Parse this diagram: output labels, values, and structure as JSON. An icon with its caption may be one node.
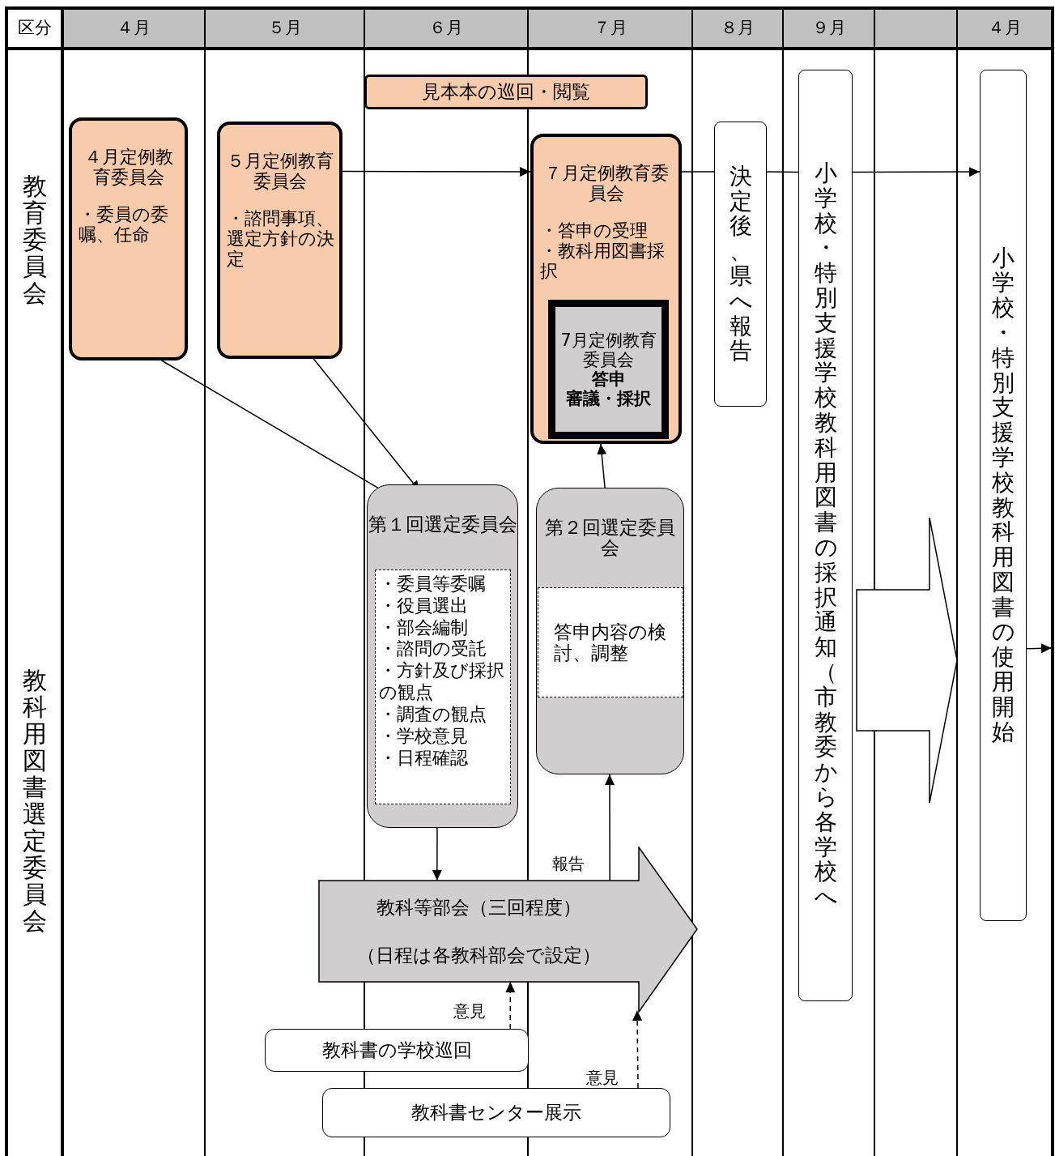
{
  "diagram": {
    "nodes": [
      {
        "text": [
          "見本本の巡回・閲覧"
        ]
      },
      {
        "text": [
          "４月定例教育委員会",
          "・委員の委嘱、任命"
        ]
      },
      {
        "text": [
          "５月定例教育委員会",
          "・諮問事項、選定方針の決定"
        ]
      },
      {
        "text": [
          "７月定例教育委員会",
          "・答申の受理",
          "・教科用図書採択"
        ]
      },
      {
        "text": [
          "7月定例教育委員会",
          "答申",
          "審議・採択"
        ],
        "in": 3
      },
      {
        "text": [
          "決定後、県へ報告"
        ]
      },
      {
        "text": [
          "小学校・特別支援学校教科用図書の採択通知（市教委から各学校へ"
        ]
      },
      {
        "text": [
          "小学校・特別支援学校教科用図書の使用開始"
        ]
      },
      {
        "text": [
          "第１回選定委員会"
        ]
      },
      {
        "text": [
          "・委員等委嘱",
          "・役員選出",
          "・部会編制",
          "・諮問の受託",
          "・方針及び採択の観点",
          "・調査の観点",
          "・学校意見",
          "・日程確認"
        ],
        "in": 8
      },
      {
        "text": [
          "第２回選定委員会"
        ]
      },
      {
        "text": [
          "答申内容の検討、調整"
        ],
        "in": 10
      },
      {
        "text": [
          "教科等部会（三回程度）",
          "（日程は各教科部会で設定）"
        ]
      },
      {
        "text": [
          "教科書の学校巡回"
        ]
      },
      {
        "text": [
          "教科書センター展示"
        ]
      }
    ],
    "edges": [
      {
        "from": 1,
        "to": 8,
        "arrow": "to"
      },
      {
        "from": 2,
        "to": 8,
        "arrow": "to"
      },
      {
        "from": 2,
        "to": 3,
        "arrow": "to"
      },
      {
        "from": 3,
        "to": 5,
        "arrow": "none"
      },
      {
        "from": 5,
        "to": 6,
        "arrow": "none"
      },
      {
        "from": 6,
        "to": 7,
        "arrow": "to"
      },
      {
        "from": 10,
        "to": 3,
        "arrow": "to"
      },
      {
        "from": 12,
        "to": 10,
        "arrow": "to",
        "label": "報告"
      },
      {
        "from": 8,
        "to": 12,
        "arrow": "to"
      },
      {
        "from": 13,
        "to": 12,
        "arrow": "to",
        "label": "意見",
        "style": "dashed"
      },
      {
        "from": 14,
        "to": 12,
        "arrow": "to",
        "label": "意見",
        "style": "dashed"
      },
      {
        "from": 7,
        "to": null,
        "arrow": "to"
      },
      {
        "from": 6,
        "to": 7,
        "arrow": "to",
        "style": "thick"
      }
    ],
    "labels": [
      "区分",
      "４月",
      "５月",
      "６月",
      "７月",
      "８月",
      "９月",
      "４月",
      "教育委員会",
      "教科用図書選定委員会"
    ]
  }
}
